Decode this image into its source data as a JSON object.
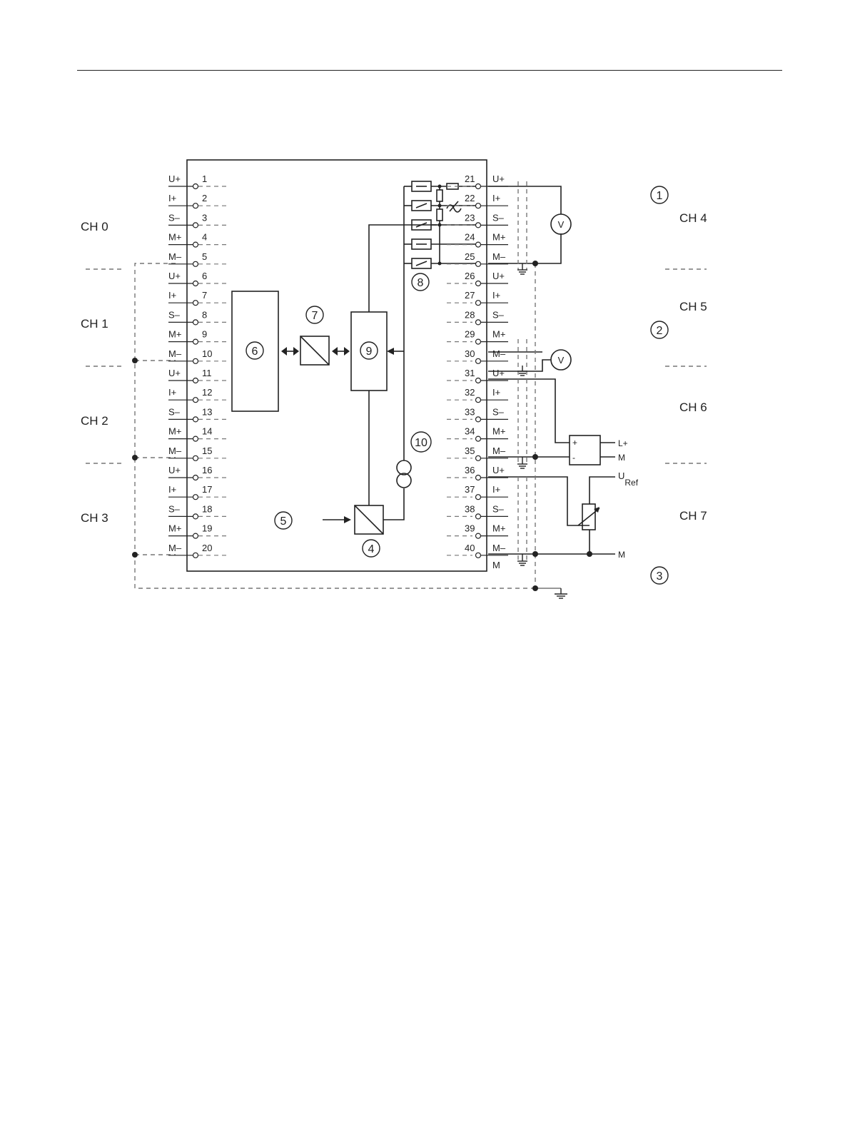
{
  "left_pins": [
    "U+",
    "I+",
    "S–",
    "M+",
    "M–",
    "U+",
    "I+",
    "S–",
    "M+",
    "M–",
    "U+",
    "I+",
    "S–",
    "M+",
    "M–",
    "U+",
    "I+",
    "S–",
    "M+",
    "M–"
  ],
  "left_numbers": [
    "1",
    "2",
    "3",
    "4",
    "5",
    "6",
    "7",
    "8",
    "9",
    "10",
    "11",
    "12",
    "13",
    "14",
    "15",
    "16",
    "17",
    "18",
    "19",
    "20"
  ],
  "right_pins": [
    "U+",
    "I+",
    "S–",
    "M+",
    "M–",
    "U+",
    "I+",
    "S–",
    "M+",
    "M–",
    "U+",
    "I+",
    "S–",
    "M+",
    "M–",
    "U+",
    "I+",
    "S–",
    "M+",
    "M–"
  ],
  "right_numbers": [
    "21",
    "22",
    "23",
    "24",
    "25",
    "26",
    "27",
    "28",
    "29",
    "30",
    "31",
    "32",
    "33",
    "34",
    "35",
    "36",
    "37",
    "38",
    "39",
    "40"
  ],
  "right_m_label": "M",
  "left_channels": [
    "CH 0",
    "CH 1",
    "CH 2",
    "CH 3"
  ],
  "right_channels": [
    "CH 4",
    "CH 5",
    "CH 6",
    "CH 7"
  ],
  "callouts": {
    "c1": "1",
    "c2": "2",
    "c3": "3",
    "c4": "4",
    "c5": "5",
    "c6": "6",
    "c7": "7",
    "c8": "8",
    "c9": "9",
    "c10": "10"
  },
  "voltmeter": "V",
  "supply": {
    "plus": "+",
    "minus": "-",
    "lplus": "L+",
    "m": "M"
  },
  "uref": {
    "main": "U",
    "sub": "Ref"
  },
  "ground_m": "M"
}
